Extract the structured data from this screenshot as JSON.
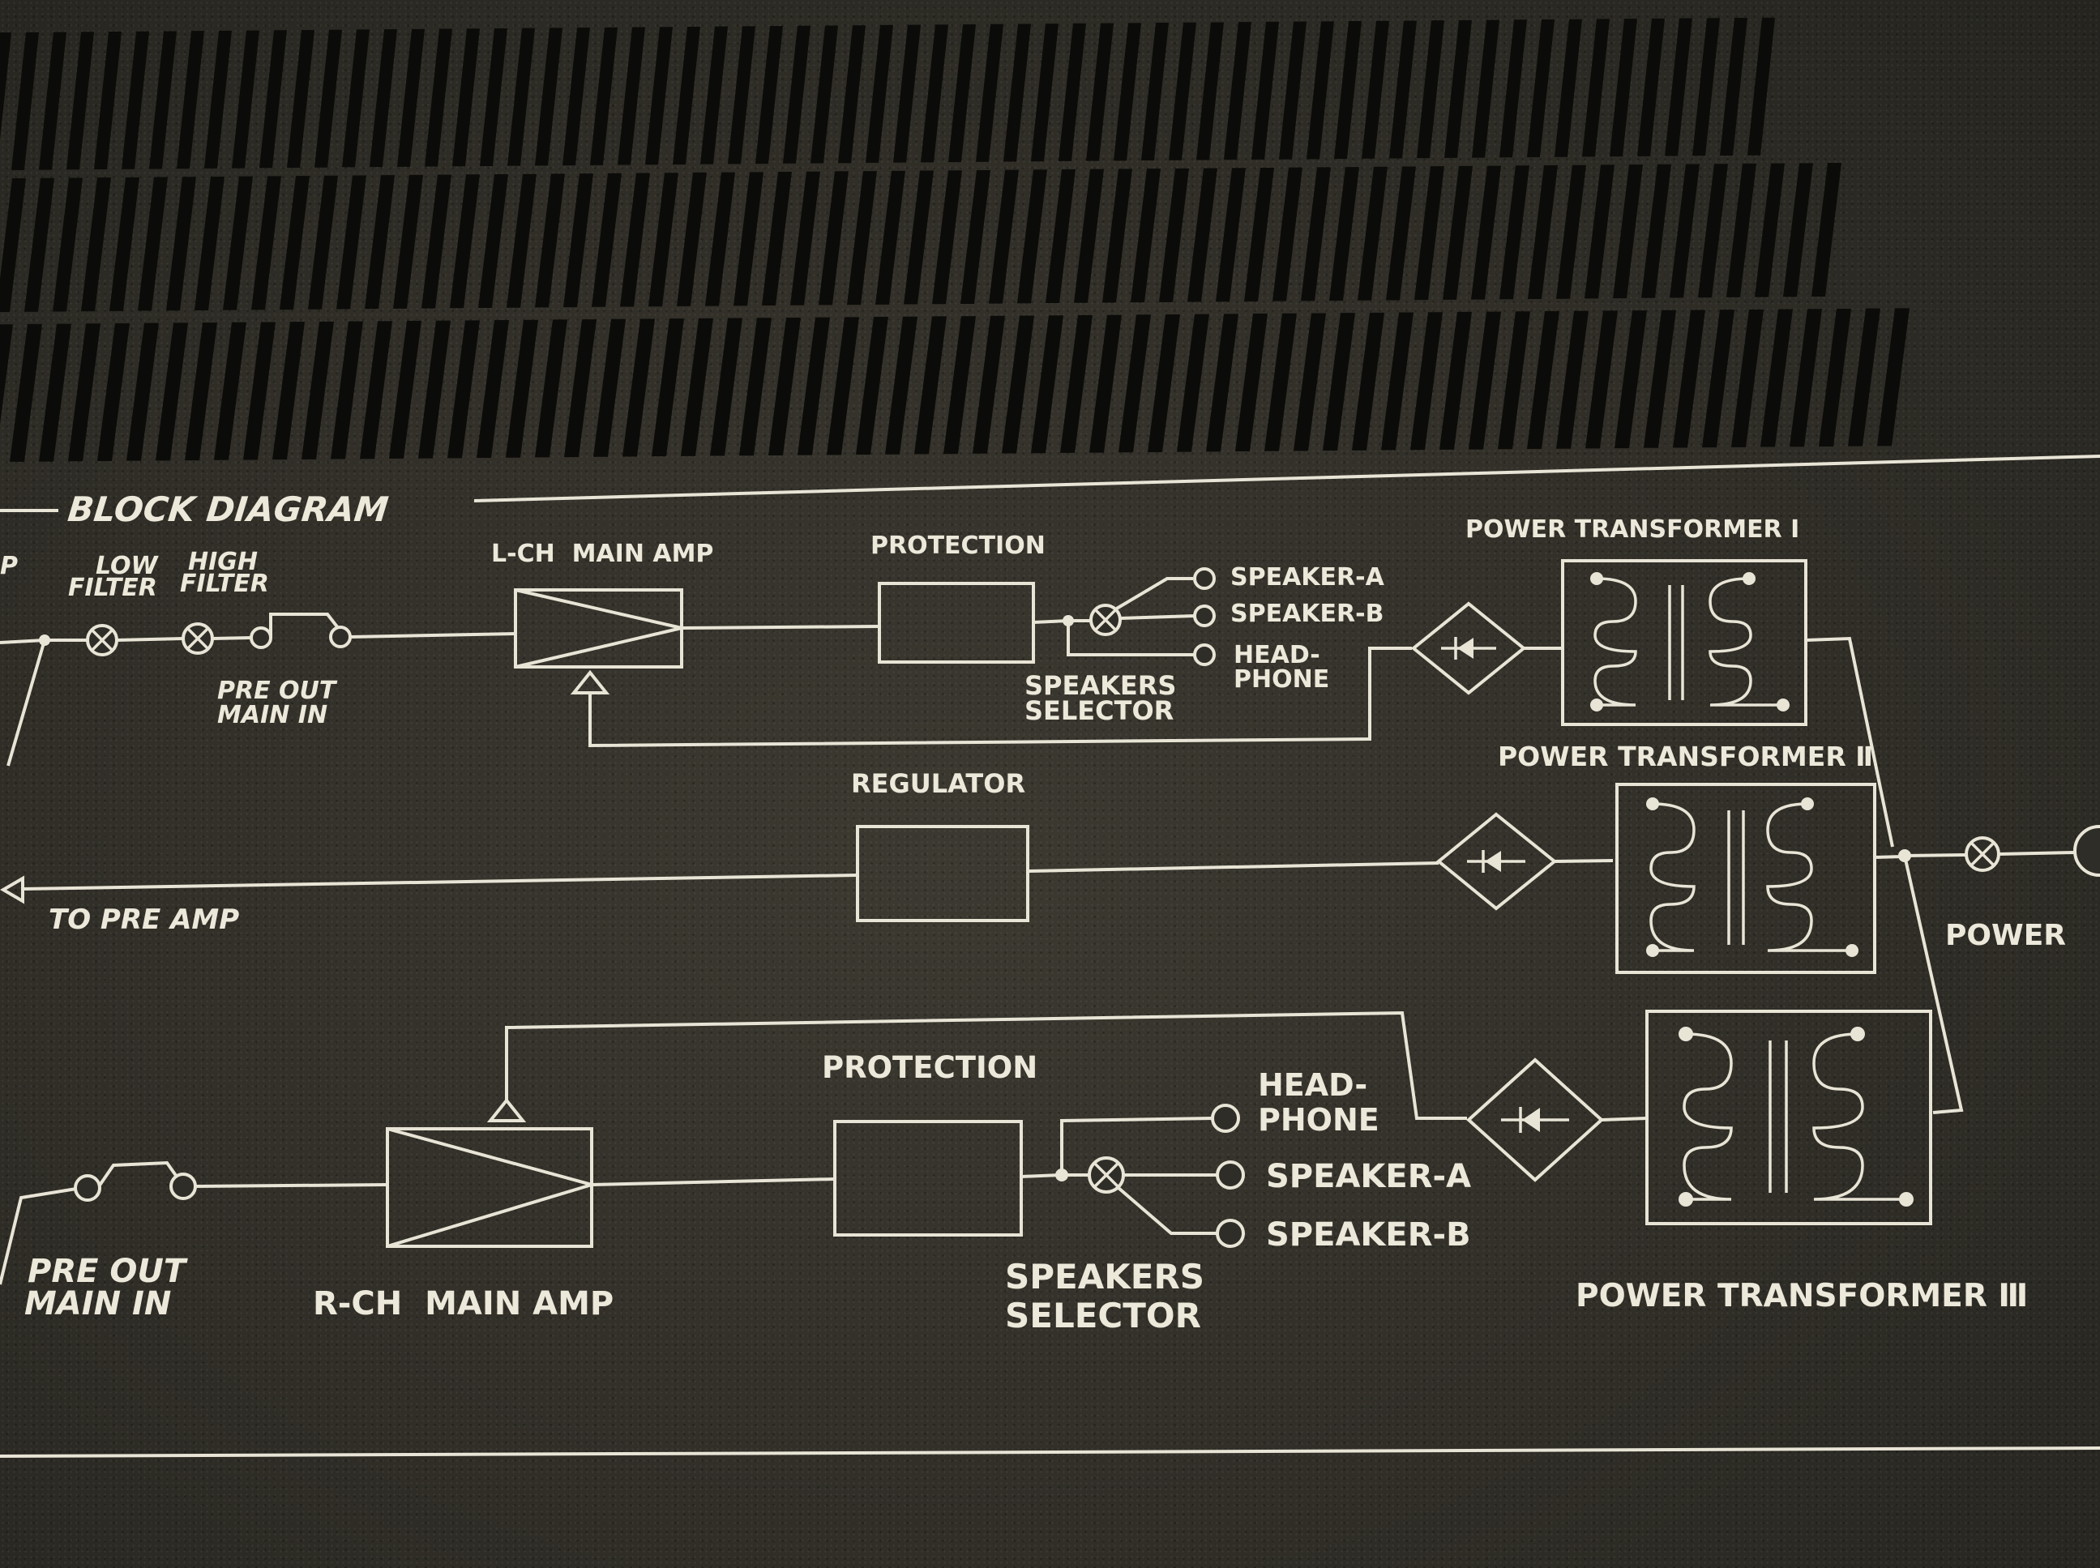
{
  "diagram": {
    "title": "BLOCK DIAGRAM",
    "top_row": {
      "edge_fragment": "P",
      "low_filter": [
        "LOW",
        "FILTER"
      ],
      "high_filter": [
        "HIGH",
        "FILTER"
      ],
      "pre_out_main_in": [
        "PRE OUT",
        "MAIN IN"
      ],
      "main_amp": "L-CH  MAIN AMP",
      "protection": "PROTECTION",
      "speaker_a": "SPEAKER-A",
      "speaker_b": "SPEAKER-B",
      "headphone": [
        "HEAD-",
        "PHONE"
      ],
      "speakers_selector": [
        "SPEAKERS",
        "SELECTOR"
      ],
      "transformer": "POWER TRANSFORMER Ⅰ"
    },
    "middle_row": {
      "regulator": "REGULATOR",
      "to_pre_amp": "TO PRE AMP",
      "transformer": "POWER TRANSFORMER Ⅱ",
      "power": "POWER"
    },
    "bottom_row": {
      "protection": "PROTECTION",
      "headphone": [
        "HEAD-",
        "PHONE"
      ],
      "speaker_a": "SPEAKER-A",
      "speaker_b": "SPEAKER-B",
      "pre_out_main_in": [
        "PRE OUT",
        "MAIN IN"
      ],
      "main_amp": "R-CH  MAIN AMP",
      "speakers_selector": [
        "SPEAKERS",
        "SELECTOR"
      ],
      "transformer": "POWER TRANSFORMER Ⅲ"
    }
  },
  "colors": {
    "panel": "#2c2b25",
    "print": "#e8e4d6",
    "vent": "#0b0b09"
  }
}
